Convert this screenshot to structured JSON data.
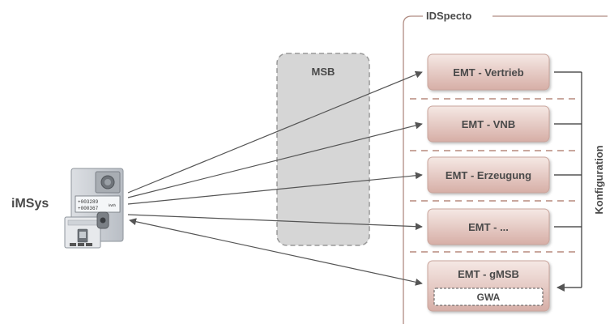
{
  "group_title": "IDSpecto",
  "msb_label": "MSB",
  "imsys_label": "iMSys",
  "meter_display": {
    "line1": "+003289",
    "line2": "+000367",
    "unit": "kWh"
  },
  "emt_boxes": [
    {
      "label": "EMT - Vertrieb"
    },
    {
      "label": "EMT - VNB"
    },
    {
      "label": "EMT - Erzeugung"
    },
    {
      "label": "EMT - ..."
    },
    {
      "label": "EMT - gMSB"
    }
  ],
  "gwa_label": "GWA",
  "konfiguration_label": "Konfiguration",
  "colors": {
    "emt_fill_top": "#f4e6e2",
    "emt_fill_bottom": "#d9b3ab",
    "separator": "#c9a79d",
    "msb_fill": "#d9d9d9",
    "line": "#555555"
  }
}
